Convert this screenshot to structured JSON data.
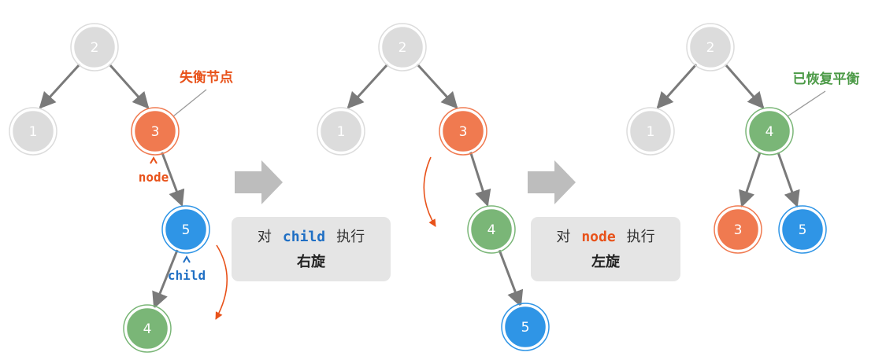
{
  "colors": {
    "gray": "#dcdcdc",
    "orange": "#f07a50",
    "blue": "#2f95e6",
    "green": "#7ab677",
    "edge": "#7a7a7a",
    "accent_orange": "#e8521a",
    "accent_blue": "#1f6fc4",
    "accent_green": "#4c9a47",
    "step_box": "#e5e5e5",
    "step_arrow": "#bdbdbd"
  },
  "panel1": {
    "nodes": {
      "n2": "2",
      "n1": "1",
      "n3": "3",
      "n5": "5",
      "n4": "4"
    },
    "callout": "失衡节点",
    "node_pointer": "node",
    "child_pointer": "child"
  },
  "panel2": {
    "nodes": {
      "n2": "2",
      "n1": "1",
      "n3": "3",
      "n4": "4",
      "n5": "5"
    }
  },
  "panel3": {
    "nodes": {
      "n2": "2",
      "n1": "1",
      "n4": "4",
      "n3": "3",
      "n5": "5"
    },
    "callout": "已恢复平衡"
  },
  "step1": {
    "prefix": "对",
    "keyword": "child",
    "suffix": "执行",
    "action": "右旋"
  },
  "step2": {
    "prefix": "对",
    "keyword": "node",
    "suffix": "执行",
    "action": "左旋"
  }
}
